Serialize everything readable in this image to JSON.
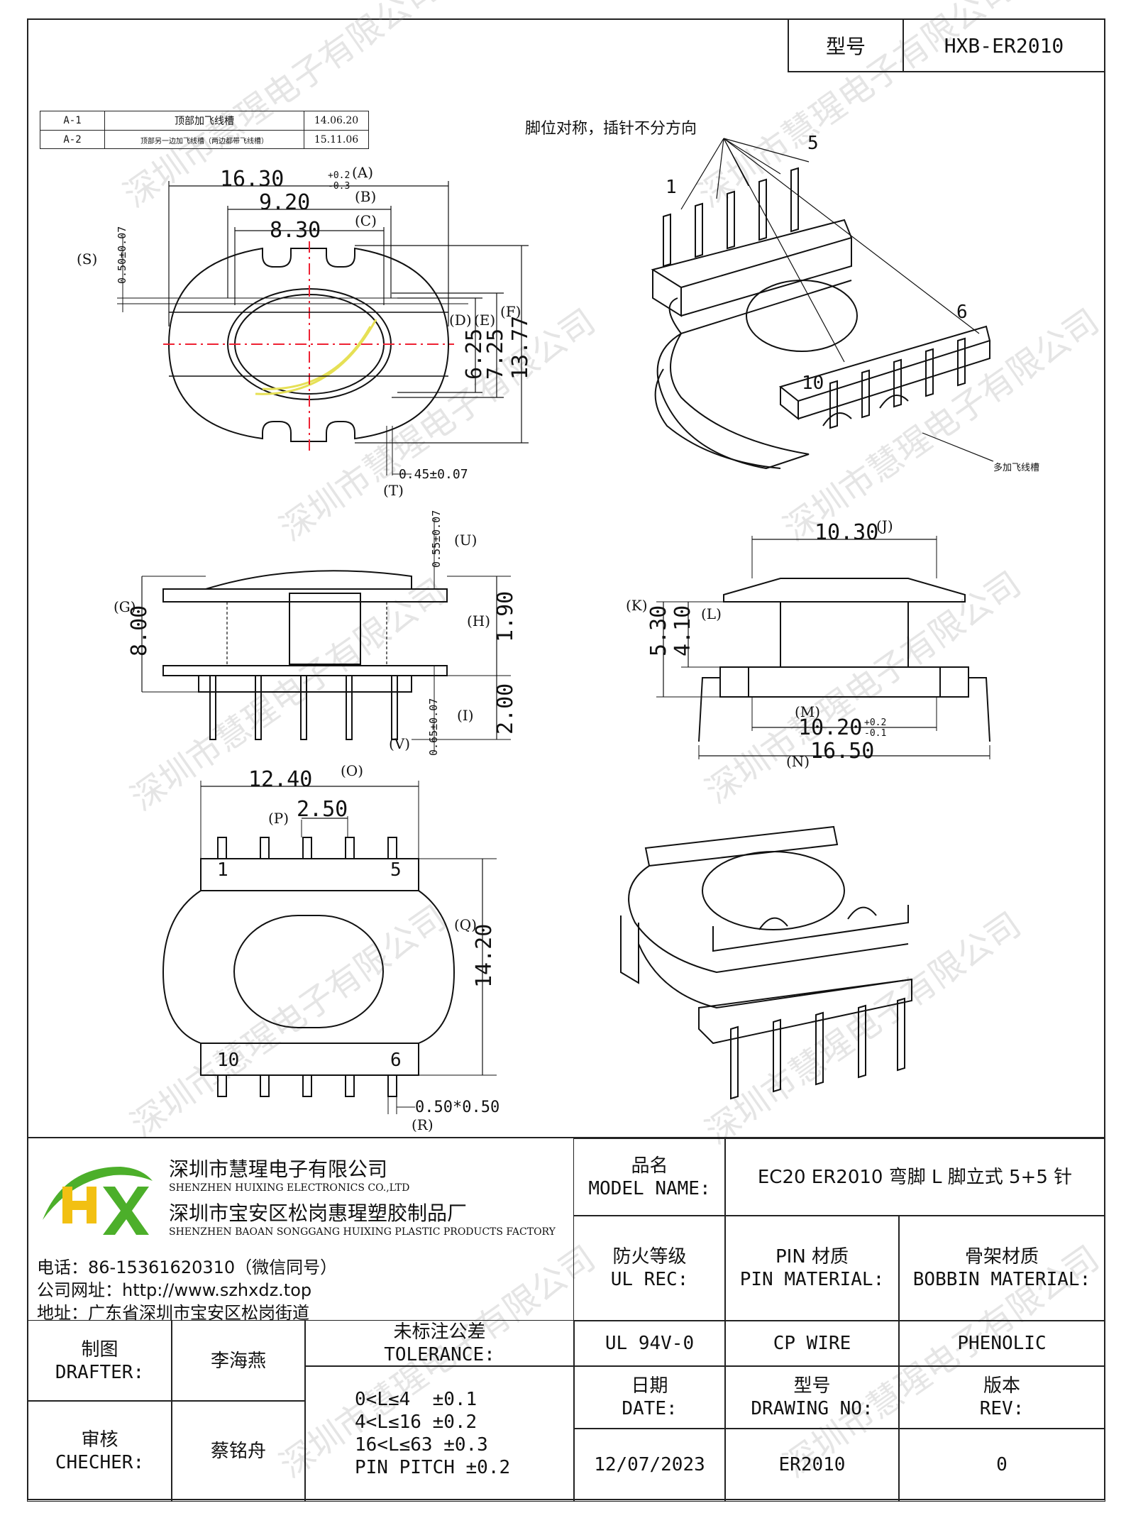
{
  "header": {
    "model_label": "型号",
    "model_value": "HXB-ER2010"
  },
  "revisions": [
    {
      "code": "A-1",
      "desc": "顶部加飞线槽",
      "date": "14.06.20"
    },
    {
      "code": "A-2",
      "desc": "顶部另一边加飞线槽（两边都带飞线槽）",
      "date": "15.11.06"
    }
  ],
  "notes": {
    "pin_note": "脚位对称，插针不分方向",
    "slot_note": "多加飞线槽",
    "pin_1": "1",
    "pin_5": "5",
    "pin_6": "6",
    "pin_10": "10"
  },
  "dimensions": {
    "A": "16.30",
    "A_tol_up": "+0.2",
    "A_tol_dn": "-0.3",
    "A_ref": "(A)",
    "B": "9.20",
    "B_ref": "(B)",
    "C": "8.30",
    "C_ref": "(C)",
    "S": "0.50±0.07",
    "S_ref": "(S)",
    "D": "6.25",
    "D_ref": "(D)",
    "E": "7.25",
    "E_ref": "(E)",
    "F": "13.77",
    "F_ref": "(F)",
    "T": "0.45±0.07",
    "T_ref": "(T)",
    "U": "0.55±0.07",
    "U_ref": "(U)",
    "G": "8.00",
    "G_ref": "(G)",
    "H": "1.90",
    "H_ref": "(H)",
    "I": "2.00",
    "I_ref": "(I)",
    "V": "0.65±0.07",
    "V_ref": "(V)",
    "J": "10.30",
    "J_ref": "(J)",
    "K": "5.30",
    "K_ref": "(K)",
    "L": "4.10",
    "L_ref": "(L)",
    "M": "10.20",
    "M_tol_up": "+0.2",
    "M_tol_dn": "-0.1",
    "M_ref": "(M)",
    "N": "16.50",
    "N_ref": "(N)",
    "O": "12.40",
    "O_ref": "(O)",
    "P": "2.50",
    "P_ref": "(P)",
    "Q": "14.20",
    "Q_ref": "(Q)",
    "R": "0.50*0.50",
    "R_ref": "(R)"
  },
  "watermark": "深圳市慧瑆电子有限公司",
  "company": {
    "name_cn": "深圳市慧瑆电子有限公司",
    "name_en": "SHENZHEN HUIXING ELECTRONICS CO.,LTD",
    "factory_cn": "深圳市宝安区松岗惠瑆塑胶制品厂",
    "factory_en": "SHENZHEN BAOAN SONGGANG HUIXING PLASTIC PRODUCTS FACTORY",
    "phone": "电话：86-15361620310（微信同号）",
    "website": "公司网址：http://www.szhxdz.top",
    "address": "地址：广东省深圳市宝安区松岗街道",
    "logo_text": "HX",
    "brand_green": "#4caf2a",
    "brand_yellow": "#f2c012"
  },
  "title_block": {
    "model_name_cn": "品名",
    "model_name_en": "MODEL NAME:",
    "model_name_value": "EC20 ER2010 弯脚 L 脚立式 5+5 针",
    "ul_cn": "防火等级",
    "ul_en": "UL REC:",
    "pin_mat_cn": "PIN 材质",
    "pin_mat_en": "PIN MATERIAL:",
    "bobbin_mat_cn": "骨架材质",
    "bobbin_mat_en": "BOBBIN MATERIAL:",
    "ul_value": "UL 94V-0",
    "pin_value": "CP WIRE",
    "bobbin_value": "PHENOLIC",
    "drafter_cn": "制图",
    "drafter_en": "DRAFTER:",
    "drafter_name": "李海燕",
    "checker_cn": "审核",
    "checker_en": "CHECHER:",
    "checker_name": "蔡铭舟",
    "tol_cn": "未标注公差",
    "tol_en": "TOLERANCE:",
    "tol_lines": [
      "0<L≤4  ±0.1",
      "4<L≤16 ±0.2",
      "16<L≤63 ±0.3",
      "PIN PITCH ±0.2"
    ],
    "date_cn": "日期",
    "date_en": "DATE:",
    "drawing_cn": "型号",
    "drawing_en": "DRAWING NO:",
    "rev_cn": "版本",
    "rev_en": "REV:",
    "date_value": "12/07/2023",
    "drawing_value": "ER2010",
    "rev_value": "0"
  }
}
